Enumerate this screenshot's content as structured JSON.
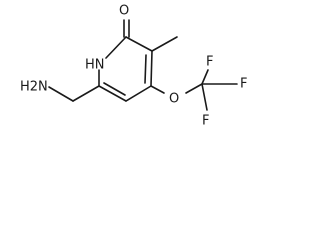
{
  "structure": {
    "atoms": {
      "carbonyl_oxygen": "O",
      "ring_nh": "HN",
      "amine": "H2N",
      "ether_oxygen": "O",
      "fluorine_upper": "F",
      "fluorine_right": "F",
      "fluorine_lower": "F"
    }
  }
}
